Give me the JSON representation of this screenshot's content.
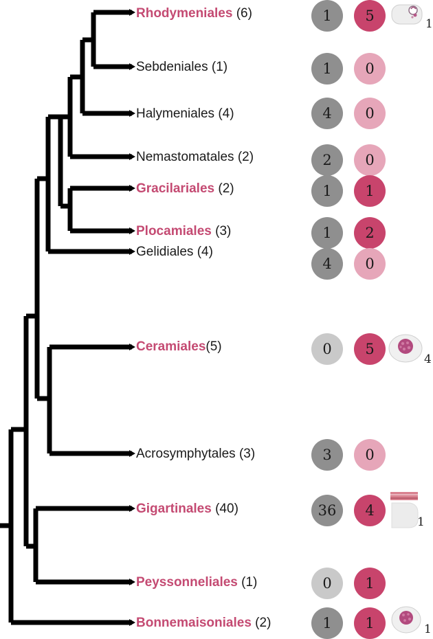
{
  "colors": {
    "branch": "#000000",
    "highlight_label": "#c44a72",
    "gray_circle": "#8f8f8f",
    "zero_gray_circle": "#c9c9c9",
    "red_circle": "#c8446c",
    "pink_circle": "#e6a6b9"
  },
  "taxa": [
    {
      "name": "Rhodymeniales",
      "count": "(6)",
      "highlight": true,
      "gray": "1",
      "red": "5",
      "thumb": "sac-icon",
      "thumb_num": "1"
    },
    {
      "name": "Sebdeniales",
      "count": "(1)",
      "highlight": false,
      "gray": "1",
      "red": "0"
    },
    {
      "name": "Halymeniales",
      "count": "(4)",
      "highlight": false,
      "gray": "4",
      "red": "0"
    },
    {
      "name": "Nemastomatales",
      "count": "(2)",
      "highlight": false,
      "gray": "2",
      "red": "0"
    },
    {
      "name": "Gracilariales",
      "count": "(2)",
      "highlight": true,
      "gray": "1",
      "red": "1"
    },
    {
      "name": "Plocamiales",
      "count": "(3)",
      "highlight": true,
      "gray": "1",
      "red": "2"
    },
    {
      "name": "Gelidiales",
      "count": "(4)",
      "highlight": false,
      "gray": "4",
      "red": "0"
    },
    {
      "name": "Ceramiales",
      "count": "(5)",
      "highlight": true,
      "gray": "0",
      "red": "5",
      "thumb": "cell-cluster-icon",
      "thumb_num": "4"
    },
    {
      "name": "Acrosymphytales",
      "count": "(3)",
      "highlight": false,
      "gray": "3",
      "red": "0"
    },
    {
      "name": "Gigartinales",
      "count": "(40)",
      "highlight": true,
      "gray": "36",
      "red": "4",
      "thumb": "tissue-block-icon",
      "thumb_num": "1"
    },
    {
      "name": "Peyssonneliales",
      "count": "(1)",
      "highlight": true,
      "gray": "0",
      "red": "1"
    },
    {
      "name": "Bonnemaisoniales",
      "count": "(2)",
      "highlight": true,
      "gray": "1",
      "red": "1",
      "thumb": "cell-cluster-icon",
      "thumb_num": "1"
    }
  ]
}
